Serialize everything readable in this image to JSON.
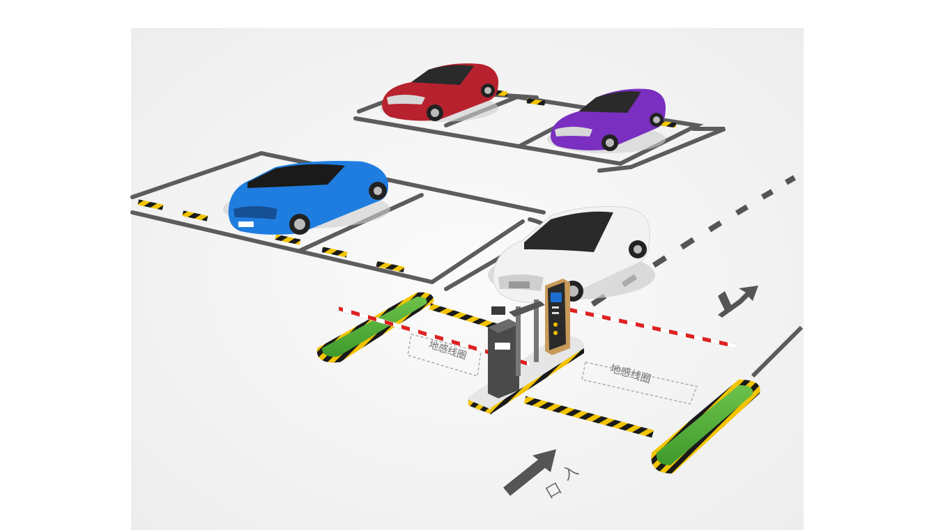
{
  "scene": {
    "loop_label_left": "地感线圈",
    "loop_label_right": "地感线圈",
    "entrance_char_1": "入",
    "entrance_char_2": "口",
    "cars": [
      {
        "name": "red-car",
        "color": "#b8222e"
      },
      {
        "name": "purple-car",
        "color": "#7a2fc0"
      },
      {
        "name": "blue-car",
        "color": "#1f7de0"
      },
      {
        "name": "white-car",
        "color": "#f2f2f2"
      }
    ],
    "colors": {
      "grass": "#4caf3a",
      "hazard_yellow": "#f2c400",
      "hazard_black": "#1a1a1a",
      "barrier_red": "#e02020",
      "road_line": "#555555",
      "ground": "#f4f4f4"
    }
  }
}
